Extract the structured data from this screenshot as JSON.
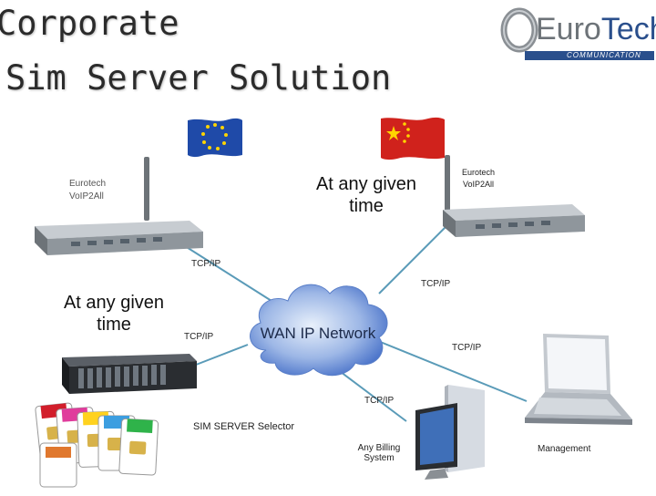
{
  "title": {
    "line1": "Corporate",
    "line2": "Sim Server Solution"
  },
  "logo": {
    "brand_euro": "Euro",
    "brand_tech": "Tech",
    "tagline": "COMMUNICATION"
  },
  "icons": [
    "eu-flag-icon",
    "china-flag-icon",
    "router-icon",
    "sim-server-icon",
    "sim-card-icon",
    "cloud-icon",
    "computer-icon",
    "laptop-icon"
  ],
  "colors": {
    "eu_blue": "#1f4aa8",
    "china_red": "#d0221c",
    "cloud_blue": "#3a66c4",
    "link_line": "#5a9bb8"
  },
  "nodes": {
    "router_left": {
      "label_line1": "Eurotech",
      "label_line2": "VoIP2All"
    },
    "router_right": {
      "label_line1": "Eurotech",
      "label_line2": "VoIP2All"
    },
    "cloud": {
      "label": "WAN IP Network"
    },
    "sim_server": {
      "label": "SIM SERVER Selector"
    },
    "billing": {
      "label_line1": "Any Billing",
      "label_line2": "System"
    },
    "management": {
      "label": "Management"
    }
  },
  "annotations": {
    "any_time_top_line1": "At any given",
    "any_time_top_line2": "time",
    "any_time_left_line1": "At any given",
    "any_time_left_line2": "time"
  },
  "links": {
    "tcpip_label": "TCP/IP"
  }
}
